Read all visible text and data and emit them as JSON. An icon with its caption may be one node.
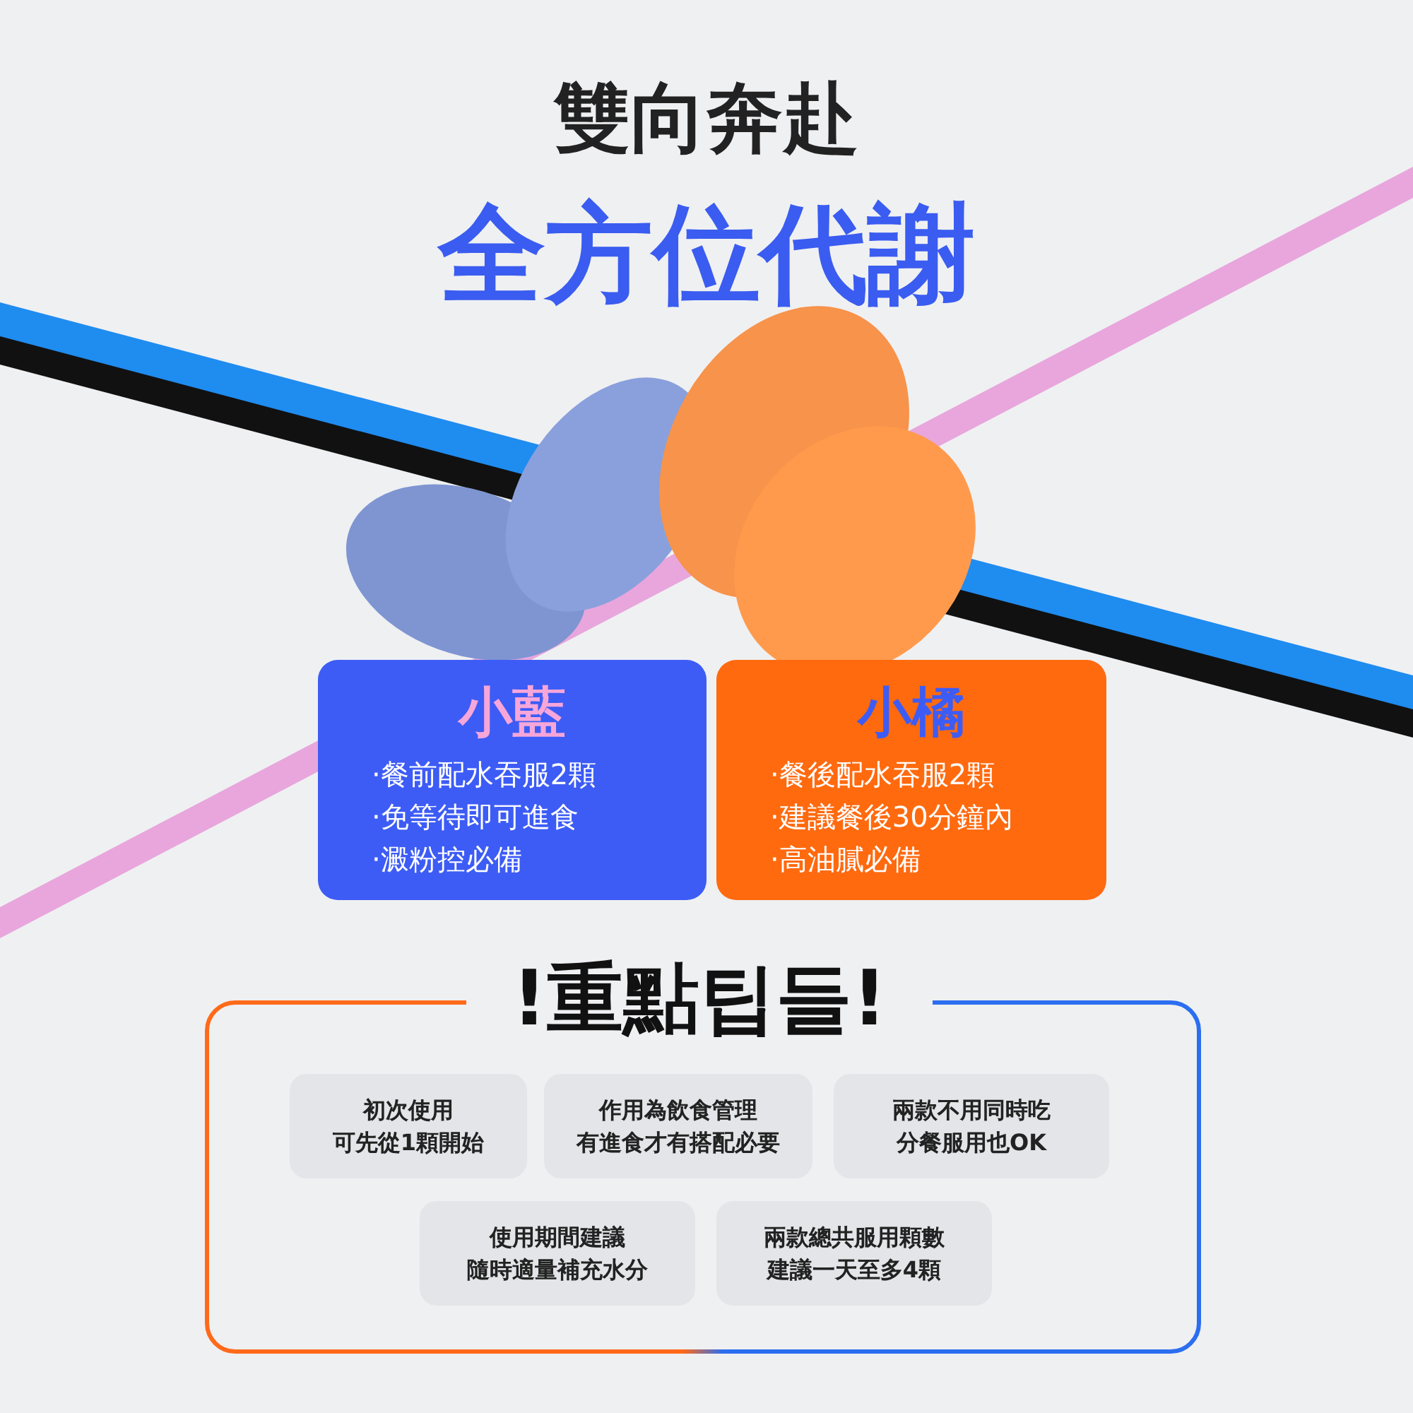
{
  "diagram": {
    "title": "雙向奔赴",
    "labels": [
      "全方位代謝"
    ],
    "nodes": [
      {
        "text": [
          "小藍",
          "·餐前配水吞服2顆",
          "·免等待即可進食",
          "·澱粉控必備"
        ]
      },
      {
        "text": [
          "小橘",
          "·餐後配水吞服2顆",
          "·建議餐後30分鐘內",
          "·高油膩必備"
        ]
      },
      {
        "text": [
          "!重點팁들!"
        ]
      },
      {
        "text": [
          "初次使用",
          "可先從1顆開始"
        ],
        "in": 2
      },
      {
        "text": [
          "作用為飲食管理",
          "有進食才有搭配必要"
        ],
        "in": 2
      },
      {
        "text": [
          "兩款不用同時吃",
          "分餐服用也OK"
        ],
        "in": 2
      },
      {
        "text": [
          "使用期間建議",
          "隨時適量補充水分"
        ],
        "in": 2
      },
      {
        "text": [
          "兩款總共服用顆數",
          "建議一天至多4顆"
        ],
        "in": 2
      }
    ]
  }
}
